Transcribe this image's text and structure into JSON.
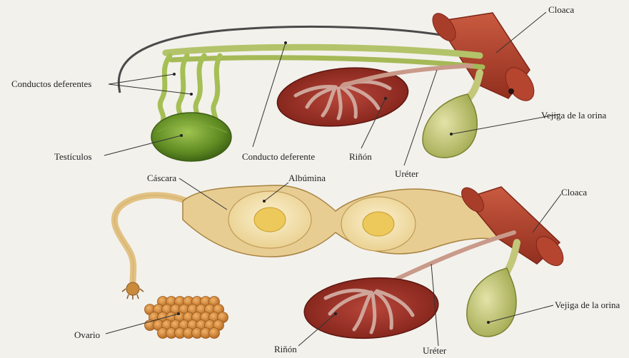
{
  "labels": {
    "male": {
      "cloaca": "Cloaca",
      "conductos_deferentes": "Conductos deferentes",
      "testiculos": "Testículos",
      "conducto_deferente": "Conducto deferente",
      "rinon": "Riñón",
      "ureter": "Uréter",
      "vejiga": "Vejiga de la orina"
    },
    "female": {
      "cascara": "Cáscara",
      "albumina": "Albúmina",
      "cloaca": "Cloaca",
      "ovario": "Ovario",
      "rinon": "Riñón",
      "ureter": "Uréter",
      "vejiga": "Vejiga de la orina"
    }
  },
  "colors": {
    "background": "#f3f1ec",
    "cloaca": "#b5452f",
    "duct_green": "#a7bd5a",
    "testis_green": "#6f9c2b",
    "kidney": "#9b3125",
    "vessel": "#c99a8a",
    "bladder": "#c6c97a",
    "oviduct": "#e8c98a",
    "egg_white": "#f4e3b2",
    "yolk": "#ecc95a",
    "ovary": "#d88b3f",
    "leader_line": "#333333"
  }
}
